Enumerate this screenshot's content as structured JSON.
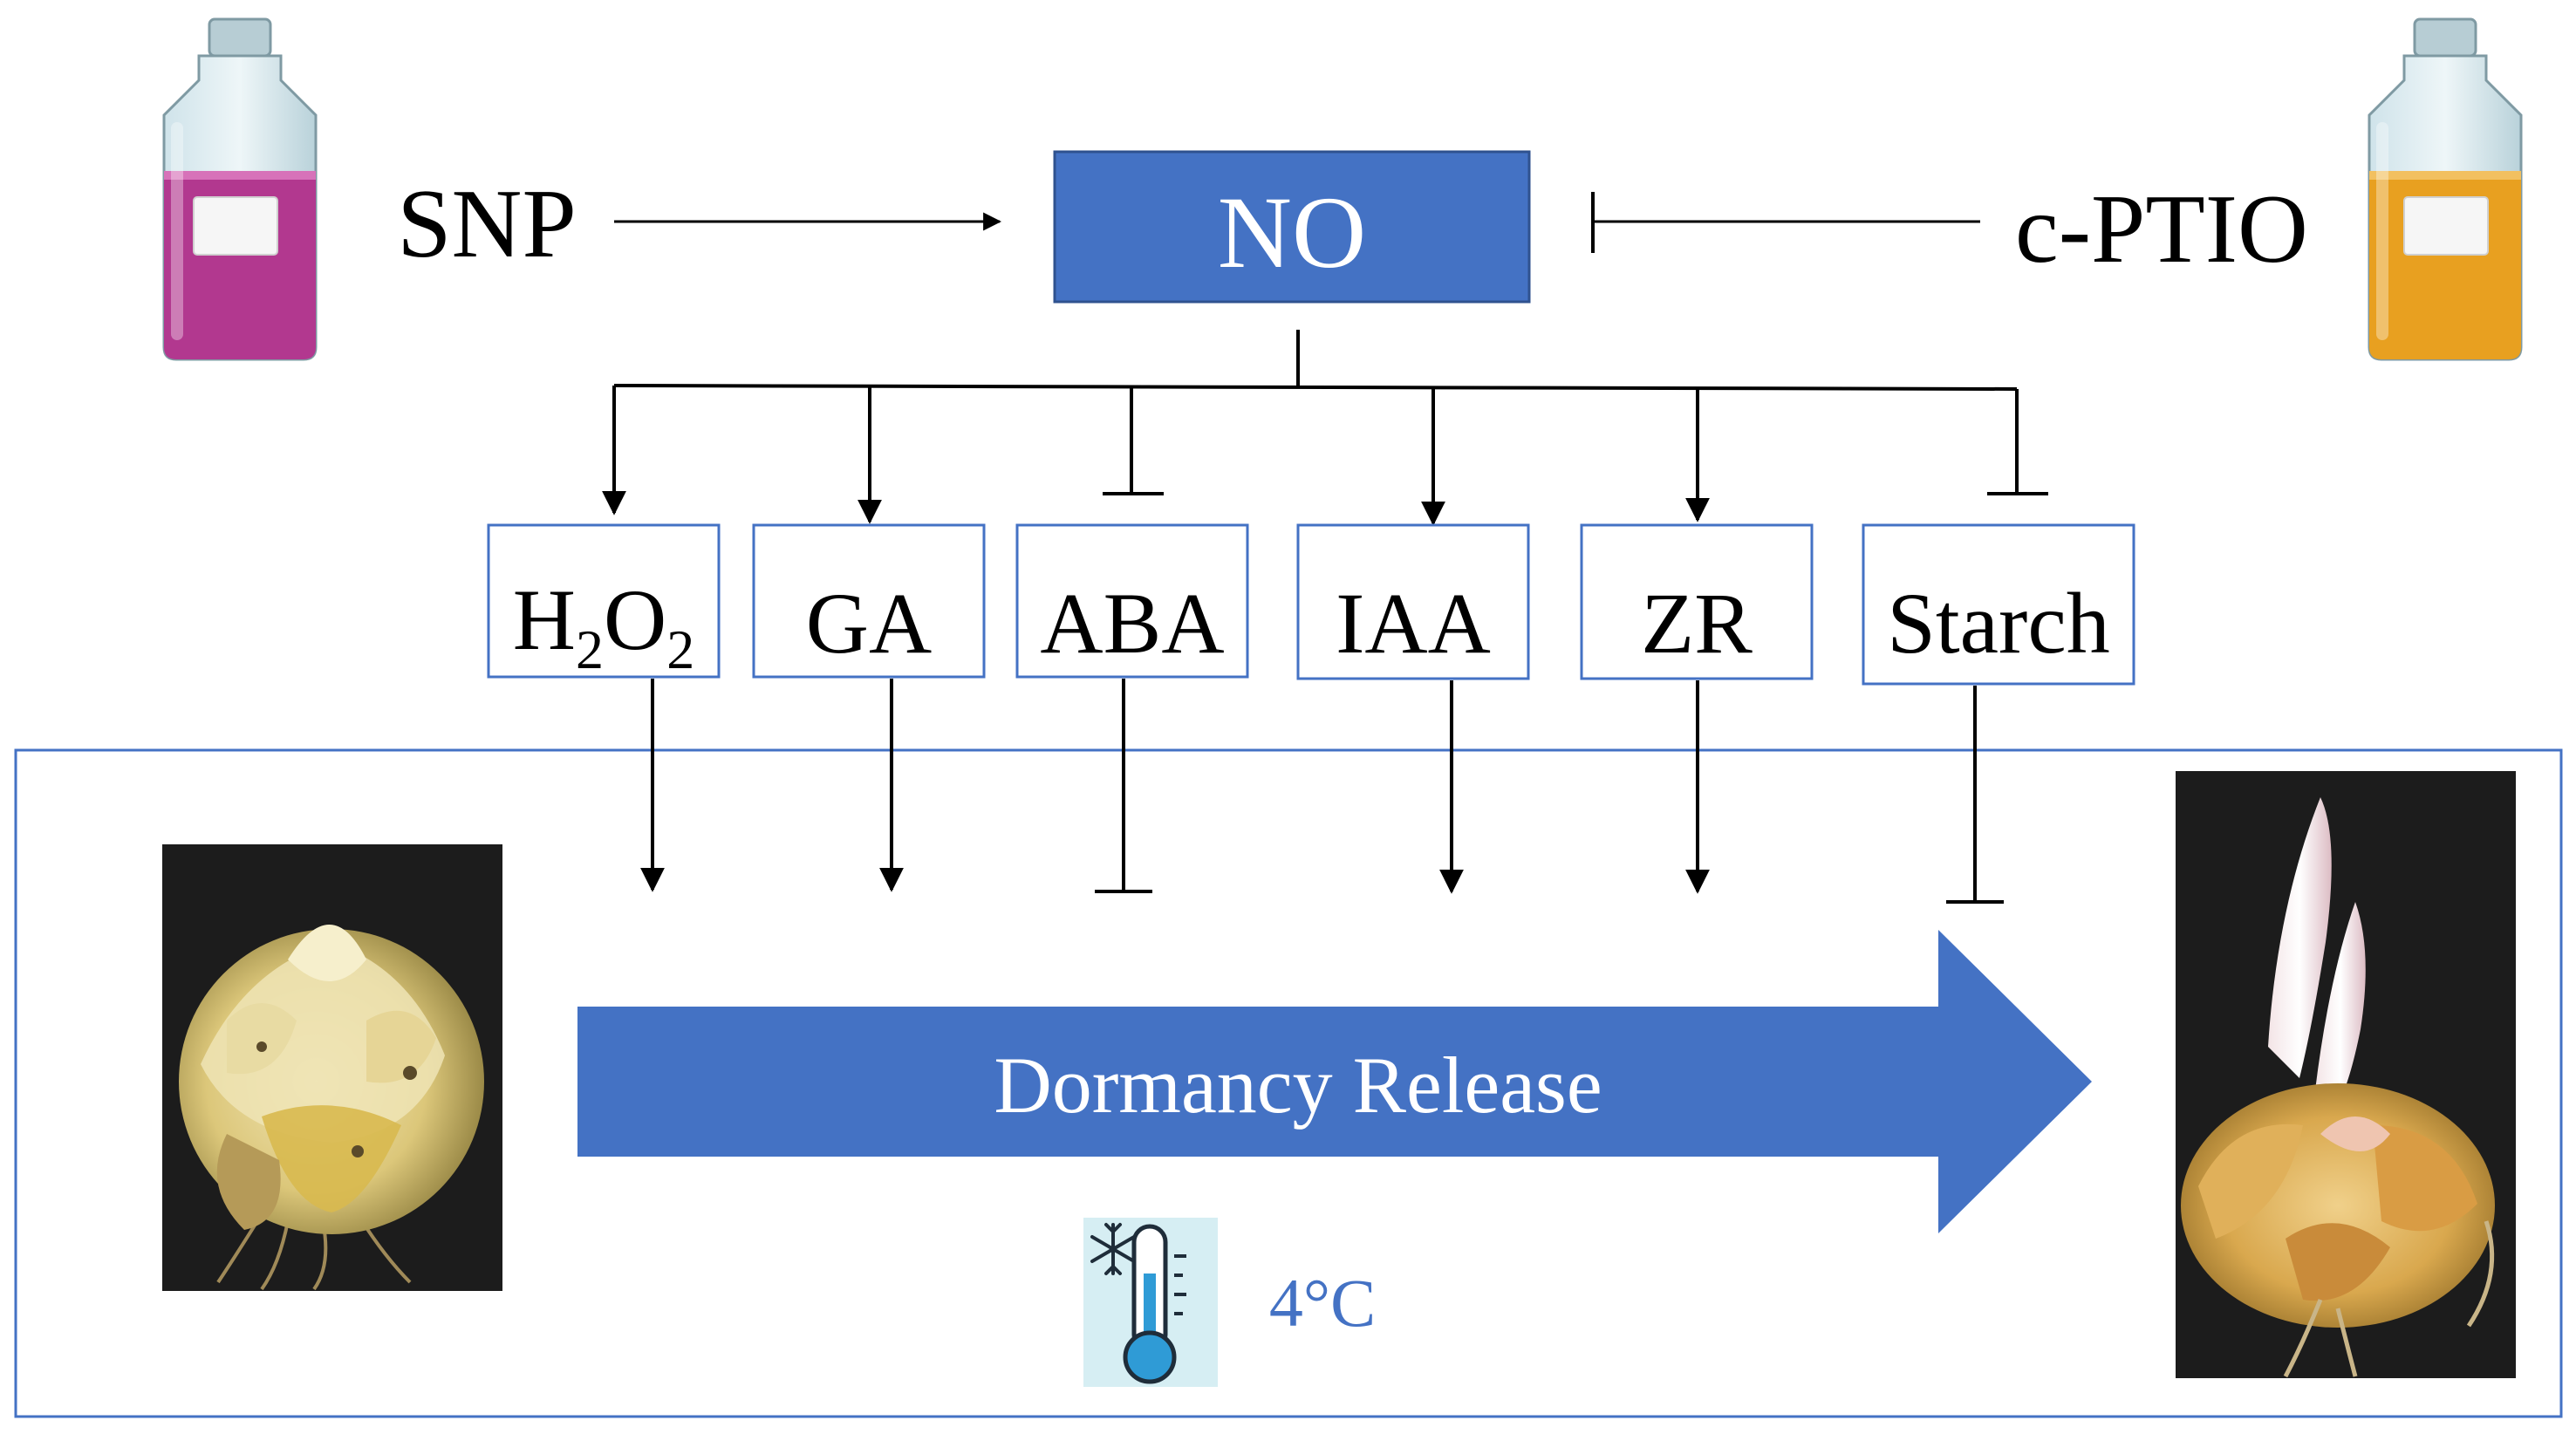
{
  "reagents": {
    "donor": "SNP",
    "scavenger": "c-PTIO"
  },
  "center": {
    "label": "NO"
  },
  "targets": [
    {
      "main": "H",
      "sub1": "2",
      "mid": "O",
      "sub2": "2",
      "effect": "promote"
    },
    {
      "label": "GA",
      "effect": "promote"
    },
    {
      "label": "ABA",
      "effect": "inhibit"
    },
    {
      "label": "IAA",
      "effect": "promote"
    },
    {
      "label": "ZR",
      "effect": "promote"
    },
    {
      "label": "Starch",
      "effect": "inhibit"
    }
  ],
  "process": {
    "label": "Dormancy Release",
    "temperature": "4°C"
  },
  "colors": {
    "primary_blue": "#4472C4",
    "box_border": "#4472C4",
    "snp_liquid": "#B2388F",
    "cptio_liquid": "#E8A020",
    "temp_text": "#4472C4"
  },
  "icons": {
    "left_bottle": "snp-bottle-icon",
    "right_bottle": "cptio-bottle-icon",
    "cold": "thermometer-snowflake-icon",
    "dormant_bulb": "dormant-bulb-image",
    "sprouted_bulb": "sprouted-bulb-image"
  }
}
